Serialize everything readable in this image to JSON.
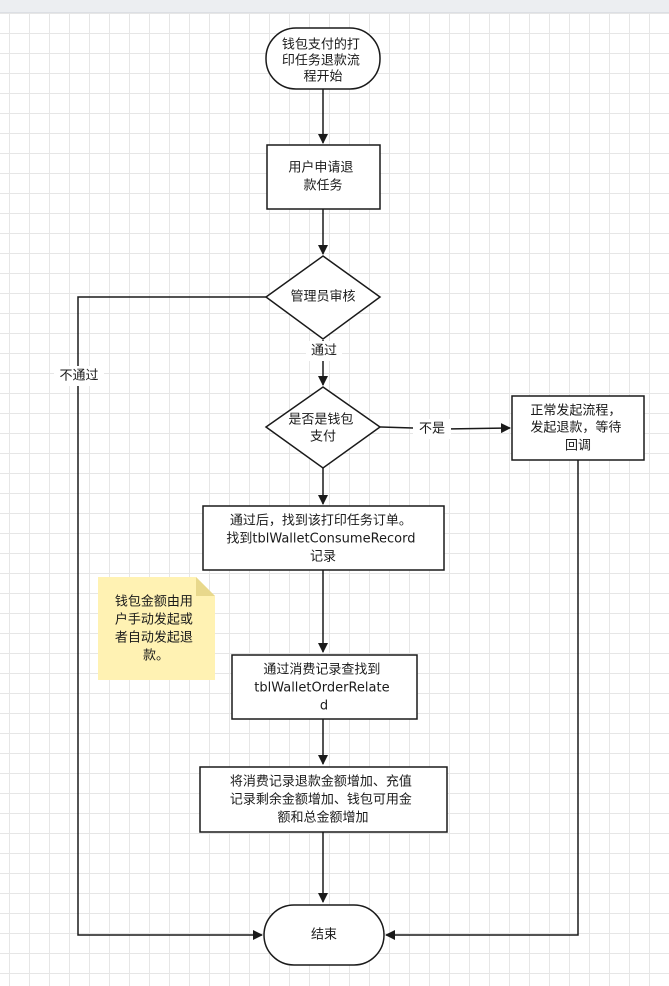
{
  "diagram": {
    "nodes": {
      "start": {
        "lines": [
          "钱包支付的打",
          "印任务退款流",
          "程开始"
        ]
      },
      "apply": {
        "lines": [
          "用户申请退",
          "款任务"
        ]
      },
      "review": {
        "lines": [
          "管理员审核"
        ]
      },
      "is_wallet": {
        "lines": [
          "是否是钱包",
          "支付"
        ]
      },
      "normal": {
        "lines": [
          "正常发起流程，",
          "发起退款，等待",
          "回调"
        ]
      },
      "find_order": {
        "lines": [
          "通过后，找到该打印任务订单。",
          "找到tblWalletConsumeRecord",
          "记录"
        ]
      },
      "note": {
        "lines": [
          "钱包金额由用",
          "户手动发起或",
          "者自动发起退",
          "款。"
        ]
      },
      "find_relate": {
        "lines": [
          "通过消费记录查找到",
          "tblWalletOrderRelate",
          "d"
        ]
      },
      "update": {
        "lines": [
          "将消费记录退款金额增加、充值",
          "记录剩余金额增加、钱包可用金",
          "额和总金额增加"
        ]
      },
      "end": {
        "lines": [
          "结束"
        ]
      }
    },
    "edge_labels": {
      "pass": "通过",
      "reject": "不通过",
      "not_wallet": "不是"
    },
    "colors": {
      "stroke": "#1a1a1a",
      "node_fill": "#ffffff",
      "note_fill": "#fff2b3",
      "note_fold": "#e8d88c",
      "text": "#1a1a1a"
    }
  }
}
